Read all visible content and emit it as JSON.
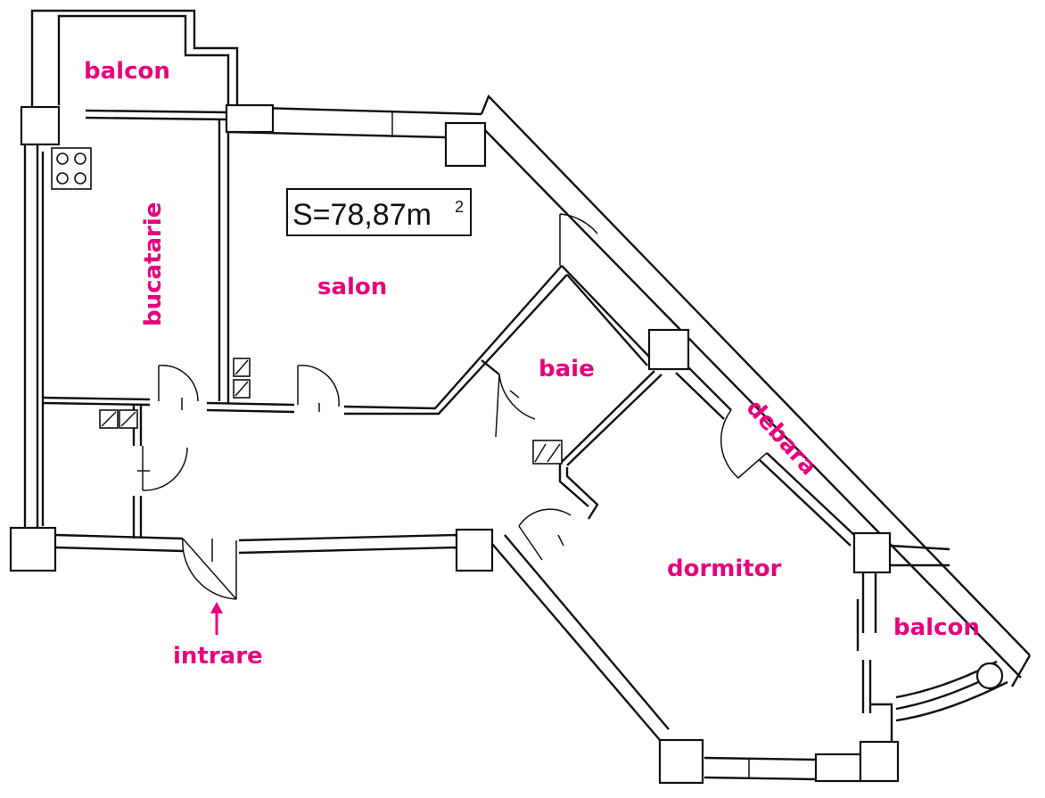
{
  "accent_color": "#e6007e",
  "area": {
    "text": "S=78,87m",
    "superscript": "2"
  },
  "rooms": {
    "balcon_top": "balcon",
    "bucatarie": "bucatarie",
    "salon": "salon",
    "baie": "baie",
    "debara": "debara",
    "dormitor": "dormitor",
    "balcon_right": "balcon",
    "intrare": "intrare"
  },
  "icons": [
    "stove-icon",
    "entrance-arrow-icon",
    "ventilation-duct-icon",
    "column-icon",
    "door-swing-icon"
  ]
}
